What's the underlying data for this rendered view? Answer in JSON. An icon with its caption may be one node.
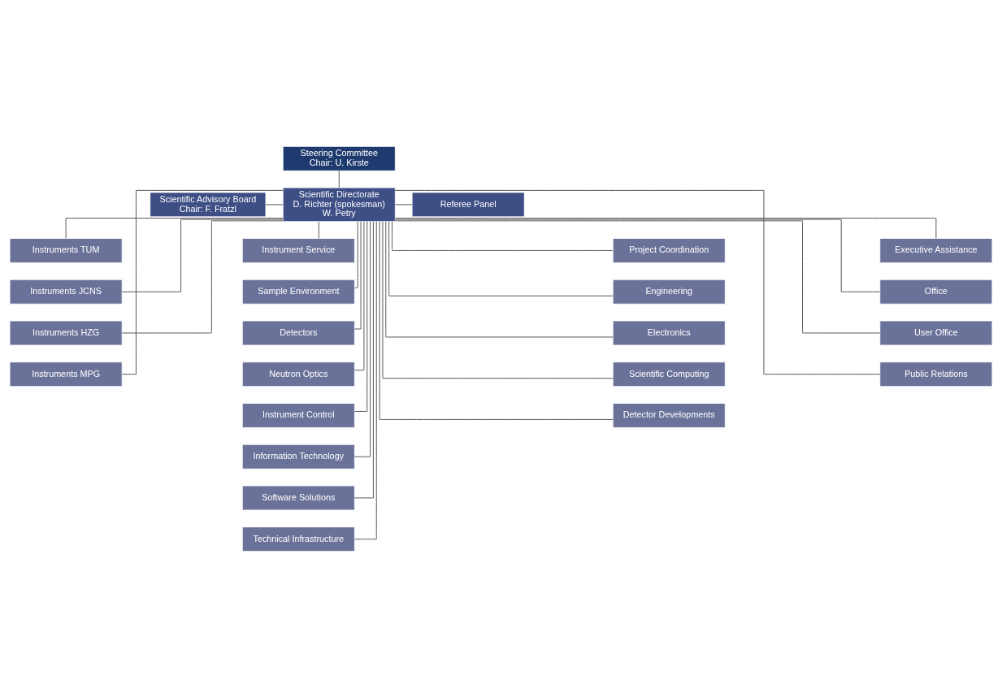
{
  "diagram": {
    "nodes": [
      {
        "text": [
          "Steering Committee",
          "Chair: U. Kirste"
        ]
      },
      {
        "text": [
          "Scientific Advisory Board",
          "Chair: F. Fratzl"
        ]
      },
      {
        "text": [
          "Scientific Directorate",
          "D. Richter (spokesman)",
          "W. Petry"
        ]
      },
      {
        "text": [
          "Referee Panel"
        ]
      },
      {
        "text": [
          "Instruments TUM"
        ]
      },
      {
        "text": [
          "Instruments JCNS"
        ]
      },
      {
        "text": [
          "Instruments HZG"
        ]
      },
      {
        "text": [
          "Instruments MPG"
        ]
      },
      {
        "text": [
          "Instrument Service"
        ]
      },
      {
        "text": [
          "Sample Environment"
        ]
      },
      {
        "text": [
          "Detectors"
        ]
      },
      {
        "text": [
          "Neutron Optics"
        ]
      },
      {
        "text": [
          "Instrument Control"
        ]
      },
      {
        "text": [
          "Information Technology"
        ]
      },
      {
        "text": [
          "Software Solutions"
        ]
      },
      {
        "text": [
          "Technical Infrastructure"
        ]
      },
      {
        "text": [
          "Project Coordination"
        ]
      },
      {
        "text": [
          "Engineering"
        ]
      },
      {
        "text": [
          "Electronics"
        ]
      },
      {
        "text": [
          "Scientific Computing"
        ]
      },
      {
        "text": [
          "Detector Developments"
        ]
      },
      {
        "text": [
          "Executive Assistance"
        ]
      },
      {
        "text": [
          "Office"
        ]
      },
      {
        "text": [
          "User Office"
        ]
      },
      {
        "text": [
          "Public Relations"
        ]
      }
    ],
    "edges": [
      {
        "from": 0,
        "to": 2,
        "arrow": "none"
      },
      {
        "from": 1,
        "to": 2,
        "arrow": "none"
      },
      {
        "from": 2,
        "to": 3,
        "arrow": "none"
      },
      {
        "from": 2,
        "to": 4,
        "arrow": "none"
      },
      {
        "from": 2,
        "to": 5,
        "arrow": "none"
      },
      {
        "from": 2,
        "to": 6,
        "arrow": "none"
      },
      {
        "from": 2,
        "to": 7,
        "arrow": "none"
      },
      {
        "from": 2,
        "to": 8,
        "arrow": "none"
      },
      {
        "from": 2,
        "to": 9,
        "arrow": "none"
      },
      {
        "from": 2,
        "to": 10,
        "arrow": "none"
      },
      {
        "from": 2,
        "to": 11,
        "arrow": "none"
      },
      {
        "from": 2,
        "to": 12,
        "arrow": "none"
      },
      {
        "from": 2,
        "to": 13,
        "arrow": "none"
      },
      {
        "from": 2,
        "to": 14,
        "arrow": "none"
      },
      {
        "from": 2,
        "to": 15,
        "arrow": "none"
      },
      {
        "from": 2,
        "to": 16,
        "arrow": "none"
      },
      {
        "from": 2,
        "to": 17,
        "arrow": "none"
      },
      {
        "from": 2,
        "to": 18,
        "arrow": "none"
      },
      {
        "from": 2,
        "to": 19,
        "arrow": "none"
      },
      {
        "from": 2,
        "to": 20,
        "arrow": "none"
      },
      {
        "from": 2,
        "to": 21,
        "arrow": "none"
      },
      {
        "from": 2,
        "to": 22,
        "arrow": "none"
      },
      {
        "from": 2,
        "to": 23,
        "arrow": "none"
      },
      {
        "from": 2,
        "to": 24,
        "arrow": "none"
      }
    ]
  }
}
